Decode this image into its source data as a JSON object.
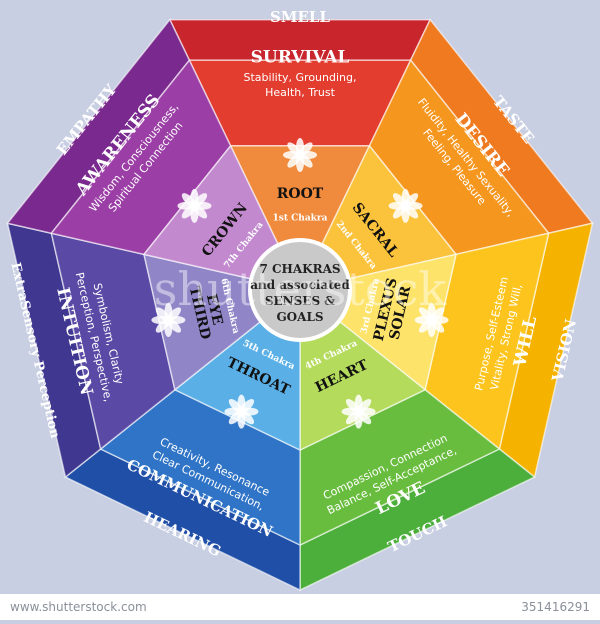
{
  "center": {
    "line1": "7 CHAKRAS",
    "line2": "and associated",
    "line3": "SENSES &",
    "line4": "GOALS"
  },
  "watermark": "shutterstock",
  "footer": {
    "site": "www.shutterstock.com",
    "image_id": "351416291"
  },
  "sectors": [
    {
      "id": "root",
      "sense": "SMELL",
      "goal": "SURVIVAL",
      "desc": [
        "Stability, Grounding,",
        "Health, Trust"
      ],
      "chakra": "ROOT",
      "number": "1st Chakra",
      "colors": {
        "outer": "#c8252d",
        "mid": "#e33d2f",
        "inner": "#f08a3c"
      }
    },
    {
      "id": "sacral",
      "sense": "TASTE",
      "goal": "DESIRE",
      "desc": [
        "Fluidity, Healthy Sexuality,",
        "Feeling, Pleasure"
      ],
      "chakra": "SACRAL",
      "number": "2nd Chakra",
      "colors": {
        "outer": "#ef7a1f",
        "mid": "#f5961f",
        "inner": "#fbc23b"
      }
    },
    {
      "id": "solar",
      "sense": "VISION",
      "goal": "WILL",
      "desc": [
        "Vitality, Strong Will,",
        "Purpose, Self-Esteem"
      ],
      "chakra": "SOLAR",
      "chakra2": "PLEXUS",
      "number": "3rd Chakra",
      "colors": {
        "outer": "#f5b300",
        "mid": "#fcc41c",
        "inner": "#fde36a"
      }
    },
    {
      "id": "heart",
      "sense": "TOUCH",
      "goal": "LOVE",
      "desc": [
        "Balance, Self-Acceptance,",
        "Compassion, Connection"
      ],
      "chakra": "HEART",
      "number": "4th Chakra",
      "colors": {
        "outer": "#4cae3b",
        "mid": "#69bd3e",
        "inner": "#b4db5c"
      }
    },
    {
      "id": "throat",
      "sense": "HEARING",
      "goal": "COMMUNICATION",
      "desc": [
        "Clear Communication,",
        "Creativity, Resonance"
      ],
      "chakra": "THROAT",
      "number": "5th Chakra",
      "colors": {
        "outer": "#1f4fa7",
        "mid": "#2f74c6",
        "inner": "#5ab0e6"
      }
    },
    {
      "id": "third-eye",
      "sense": "ExtraSensory Perception",
      "goal": "INTUITION",
      "desc": [
        "Perception, Perspective,",
        "Symbolism, Clarity"
      ],
      "chakra": "THIRD",
      "chakra2": "EYE",
      "number": "6th Chakra",
      "colors": {
        "outer": "#3f3790",
        "mid": "#5a4aa6",
        "inner": "#8f85c7"
      }
    },
    {
      "id": "crown",
      "sense": "EMPATHY",
      "goal": "AWARENESS",
      "desc": [
        "Wisdom, Consciousness,",
        "Spiritual Connection"
      ],
      "chakra": "CROWN",
      "number": "7th Chakra",
      "colors": {
        "outer": "#7a2a8e",
        "mid": "#9b3fa6",
        "inner": "#c389cf"
      }
    }
  ]
}
